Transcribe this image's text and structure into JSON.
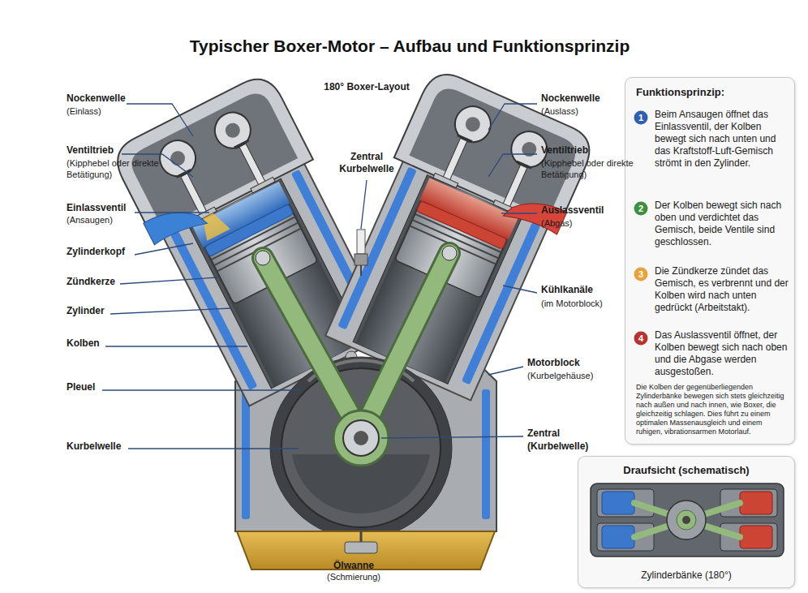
{
  "diagram": {
    "title": "Typischer Boxer-Motor – Aufbau und Funktionsprinzip",
    "nodes": [
      {
        "text": [
          "Funktionsprinzip:",
          "Beim Ansaugen öffnet das Einlassventil, der Kolben bewegt sich nach unten und das Kraftstoff-Luft-Gemisch strömt in den Zylinder.",
          "Der Kolben bewegt sich nach oben und verdichtet das Gemisch, beide Ventile sind geschlossen.",
          "Die Zündkerze zündet das Gemisch, es verbrennt und der Kolben wird nach unten gedrückt (Arbeitstakt).",
          "Das Auslassventil öffnet, der Kolben bewegt sich nach oben und die Abgase werden ausgestoßen.",
          "Die Kolben der gegenüberliegenden Zylinderbänke bewegen sich stets gleichzeitig nach außen und nach innen, wie Boxer, die gleichzeitig schlagen. Dies führt zu einem optimalen Massenausgleich und einem ruhigen, vibrationsarmen Motorlauf."
        ]
      },
      {
        "text": [
          "1"
        ],
        "in": 0
      },
      {
        "text": [
          "2"
        ],
        "in": 0
      },
      {
        "text": [
          "3"
        ],
        "in": 0
      },
      {
        "text": [
          "4"
        ],
        "in": 0
      },
      {
        "text": [
          "Draufsicht (schematisch)",
          "Zylinderbänke (180°)"
        ]
      }
    ],
    "labels": [
      "Nockenwelle",
      "(Einlass)",
      "Ventiltrieb",
      "(Kipphebel oder direkte Betätigung)",
      "Einlassventil",
      "(Ansaugen)",
      "Zylinderkopf",
      "Zündkerze",
      "Zylinder",
      "Kolben",
      "Pleuel",
      "Kurbelwelle",
      "180° Boxer-Layout",
      "Zentral Kurbelwelle",
      "Nockenwelle",
      "(Auslass)",
      "Ventiltrieb",
      "(Kipphebel oder direkte Betätigung)",
      "Auslassventil",
      "(Abgas)",
      "Kühlkanäle",
      "(im Motorblock)",
      "Motorblock",
      "(Kurbelgehäuse)",
      "Zentral",
      "(Kurbelwelle)",
      "Ölwanne",
      "(Schmierung)"
    ]
  }
}
